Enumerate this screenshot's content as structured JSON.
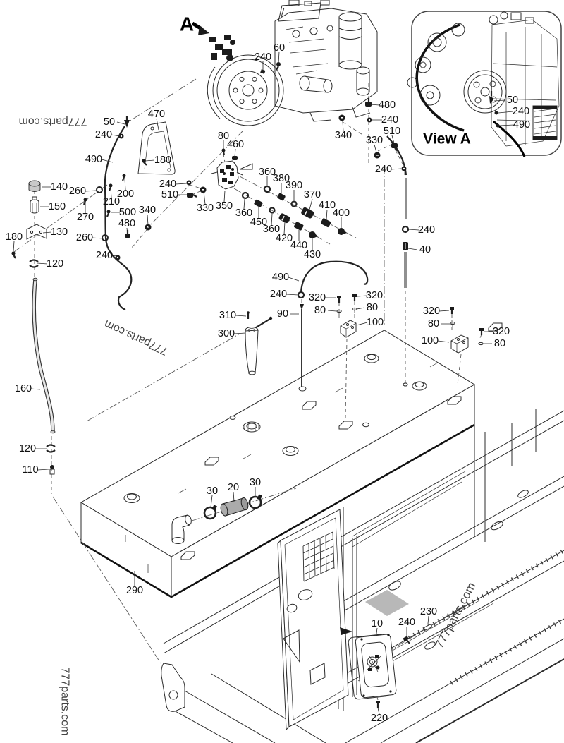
{
  "diagram": {
    "view_label": "A",
    "inset_title": "View A",
    "watermark": "777parts.com",
    "line_color": "#2b2b2b",
    "background": "#ffffff"
  },
  "callouts": [
    "60",
    "240",
    "50",
    "240",
    "470",
    "490",
    "180",
    "80",
    "460",
    "140",
    "260",
    "200",
    "150",
    "210",
    "270",
    "240",
    "510",
    "500",
    "340",
    "480",
    "130",
    "180",
    "260",
    "120",
    "240",
    "330",
    "350",
    "360",
    "450",
    "360",
    "420",
    "440",
    "430",
    "360",
    "380",
    "390",
    "370",
    "410",
    "400",
    "480",
    "240",
    "340",
    "330",
    "510",
    "240",
    "50",
    "240",
    "490",
    "490",
    "240",
    "320",
    "80",
    "320",
    "80",
    "100",
    "90",
    "310",
    "300",
    "240",
    "40",
    "320",
    "80",
    "100",
    "320",
    "80",
    "160",
    "120",
    "110",
    "30",
    "20",
    "30",
    "290",
    "230",
    "240",
    "10",
    "220"
  ]
}
